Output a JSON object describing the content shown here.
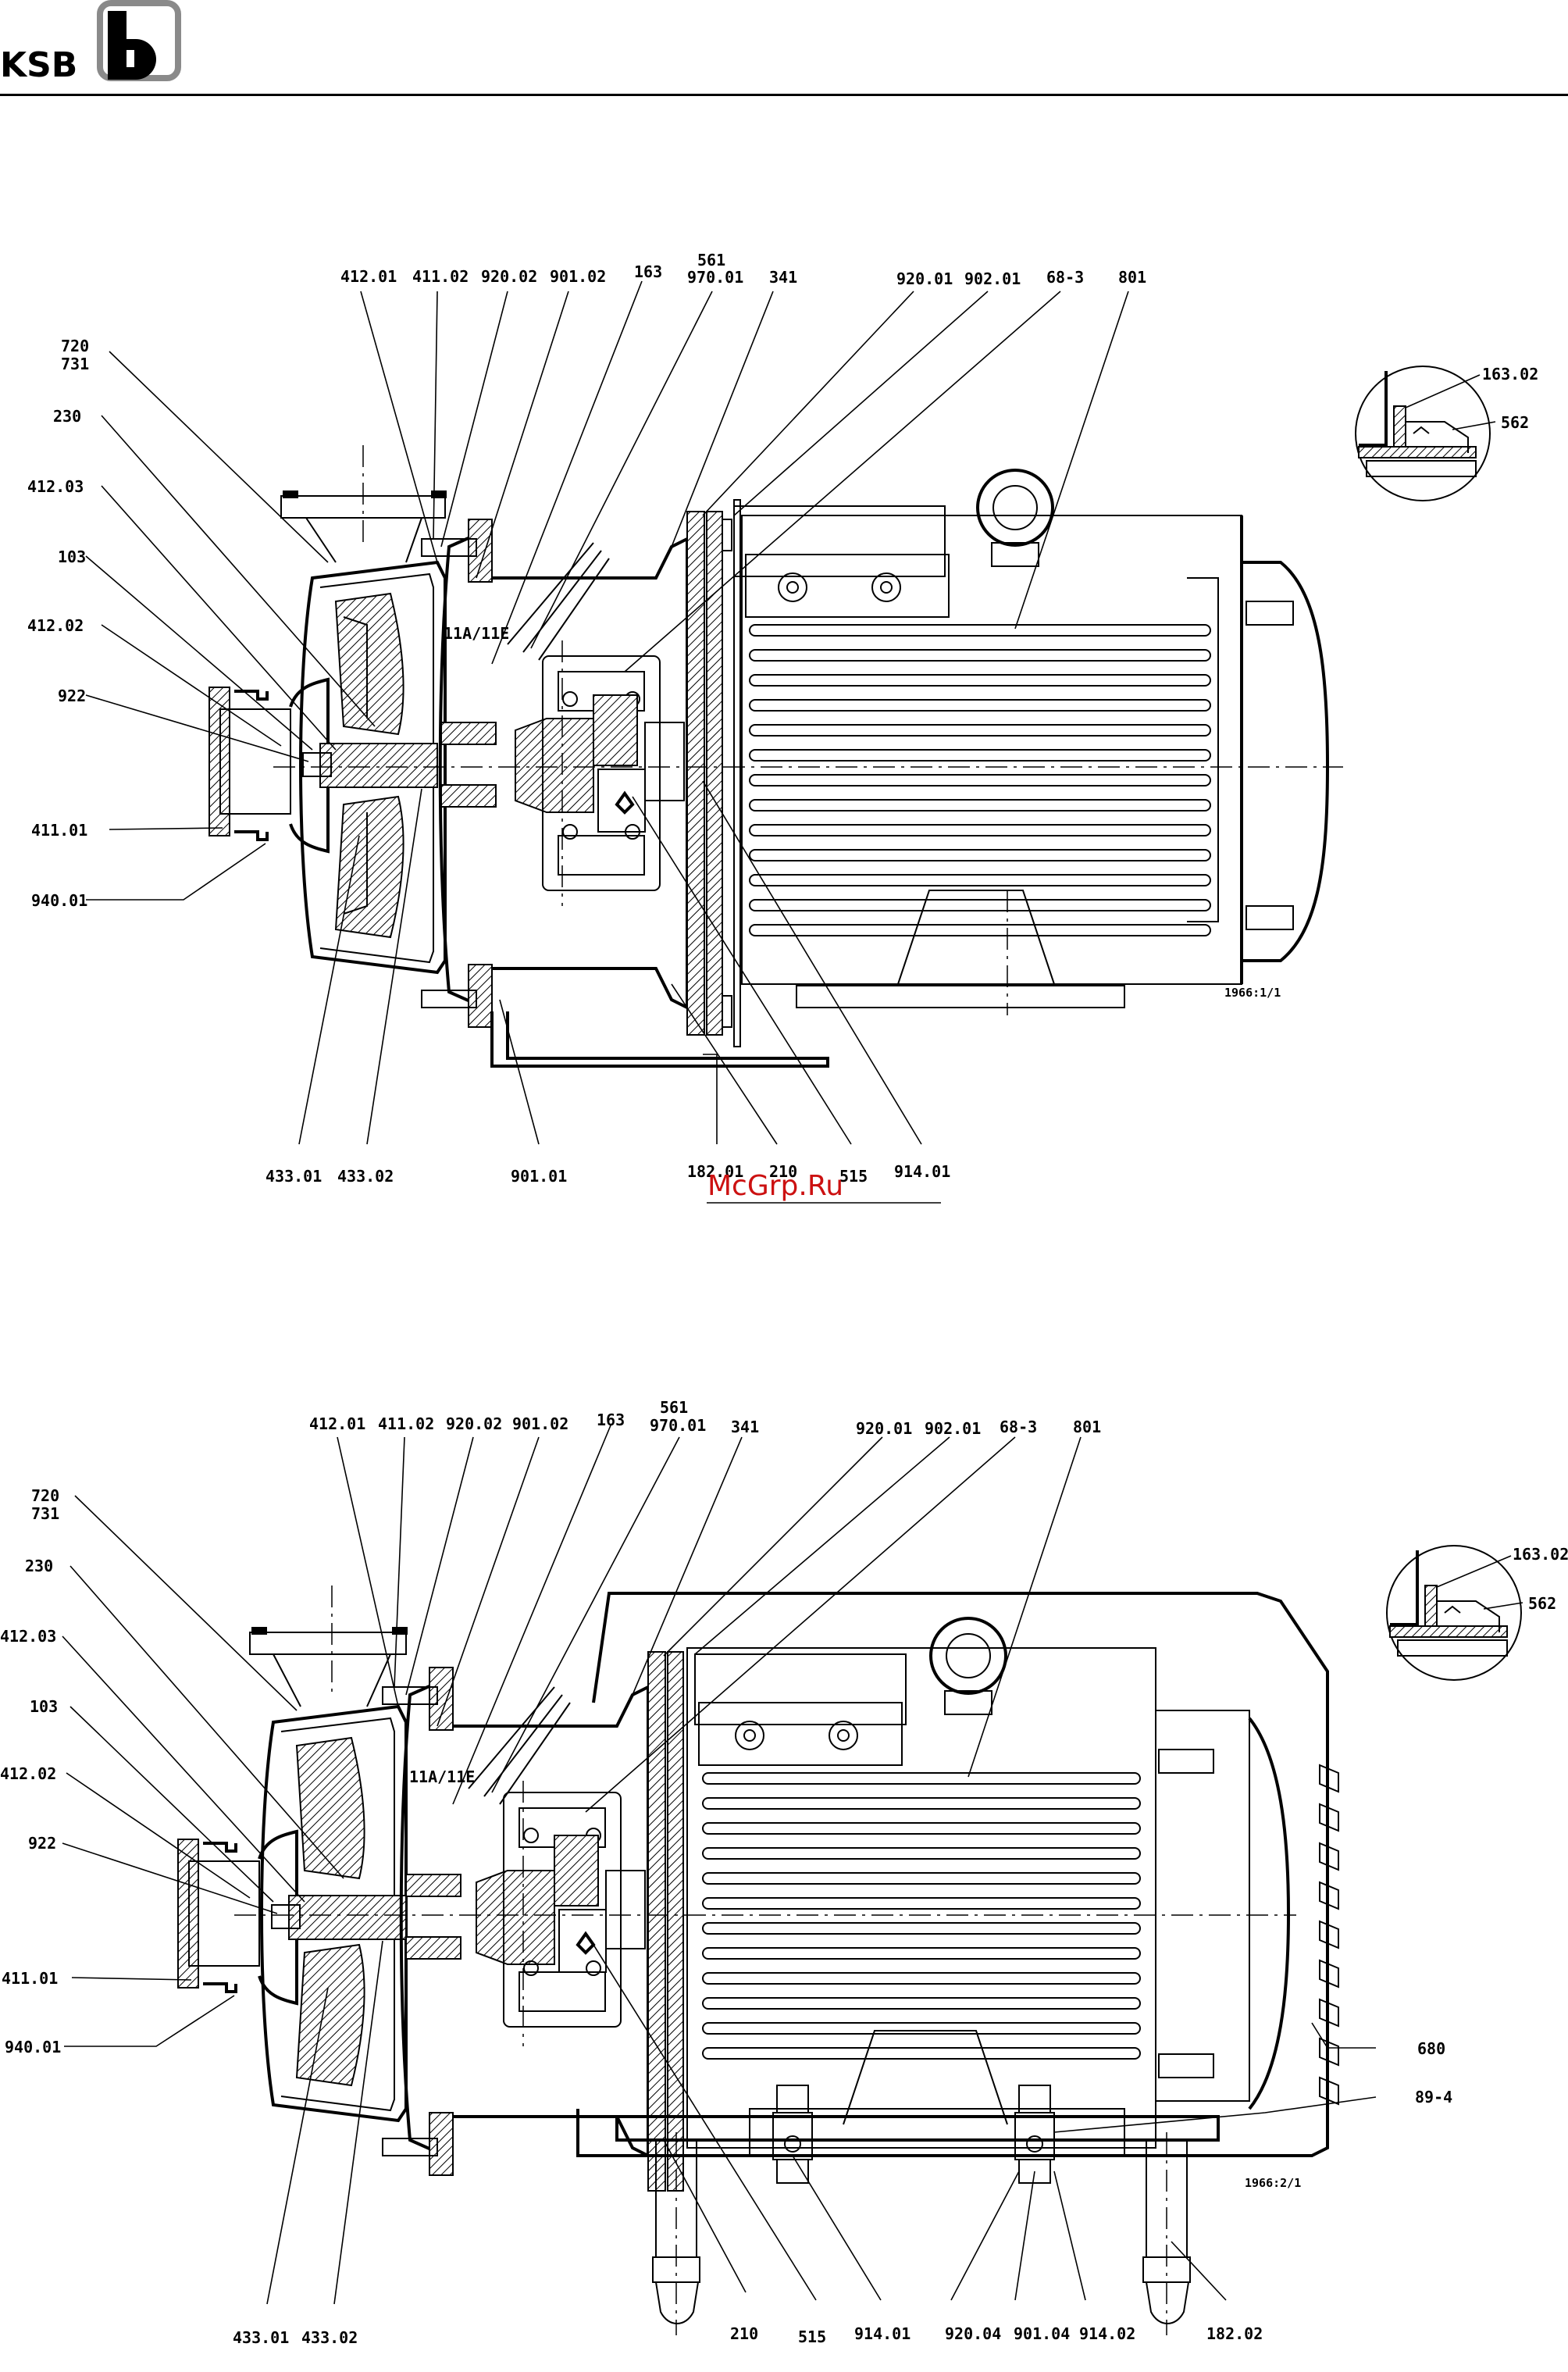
{
  "brand": {
    "name": "KSB"
  },
  "figure1": {
    "labels_top": [
      "412.01",
      "411.02",
      "920.02",
      "901.02",
      "163",
      "561",
      "970.01",
      "341",
      "920.01",
      "902.01",
      "68-3",
      "801"
    ],
    "labels_left": [
      "720",
      "731",
      "230",
      "412.03",
      "103",
      "412.02",
      "922",
      "411.01",
      "940.01"
    ],
    "labels_bottom": [
      "433.01",
      "433.02",
      "901.01",
      "182.01",
      "210",
      "515",
      "914.01"
    ],
    "labels_detail": [
      "163.02",
      "562"
    ],
    "inner_label": "11A/11E",
    "ref_code": "1966:1/1"
  },
  "figure2": {
    "labels_top": [
      "412.01",
      "411.02",
      "920.02",
      "901.02",
      "163",
      "561",
      "970.01",
      "341",
      "920.01",
      "902.01",
      "68-3",
      "801"
    ],
    "labels_left": [
      "720",
      "731",
      "230",
      "412.03",
      "103",
      "412.02",
      "922",
      "411.01",
      "940.01"
    ],
    "labels_bottom": [
      "433.01",
      "433.02",
      "210",
      "515",
      "914.01",
      "920.04",
      "901.04",
      "914.02",
      "182.02"
    ],
    "labels_right": [
      "680",
      "89-4"
    ],
    "labels_detail": [
      "163.02",
      "562"
    ],
    "inner_label": "11A/11E",
    "ref_code": "1966:2/1"
  },
  "watermark": "McGrp.Ru"
}
